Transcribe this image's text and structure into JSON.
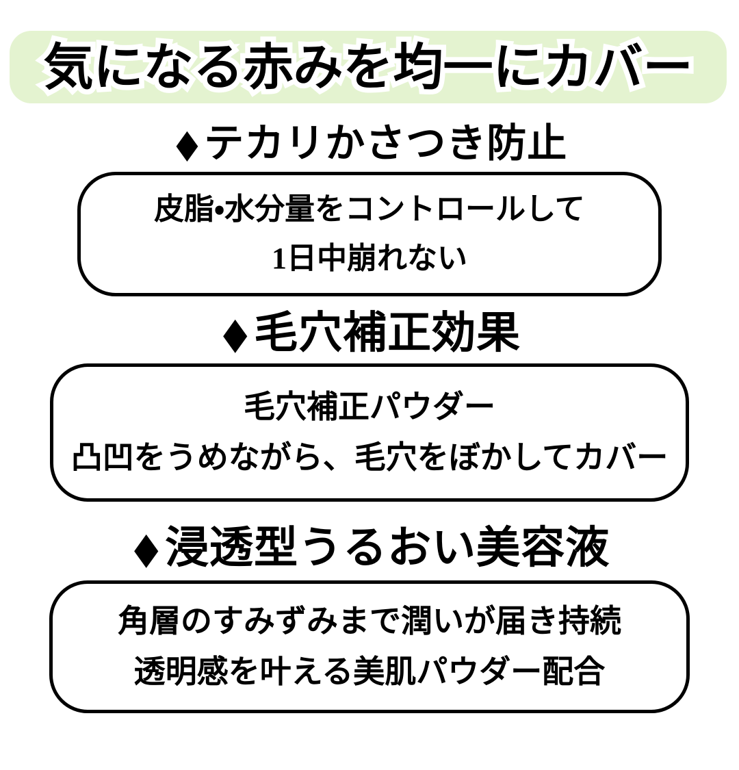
{
  "banner": {
    "title": "気になる赤みを均一にカバー"
  },
  "sections": [
    {
      "bullet": "◆",
      "heading": "テカリかさつき防止",
      "box_lines": [
        "皮脂・水分量をコントロールして",
        "1日中崩れない"
      ]
    },
    {
      "bullet": "◆",
      "heading": "毛穴補正効果",
      "box_lines": [
        "毛穴補正パウダー",
        "凸凹をうめながら、毛穴をぼかしてカバー"
      ]
    },
    {
      "bullet": "◆",
      "heading": "浸透型うるおい美容液",
      "box_lines": [
        "角層のすみずみまで潤いが届き持続",
        "透明感を叶える美肌パウダー配合"
      ]
    }
  ],
  "colors": {
    "banner_bg": "#e4f3d0",
    "text": "#000000",
    "outline": "#ffffff",
    "box_border": "#000000",
    "page_bg": "#ffffff"
  }
}
